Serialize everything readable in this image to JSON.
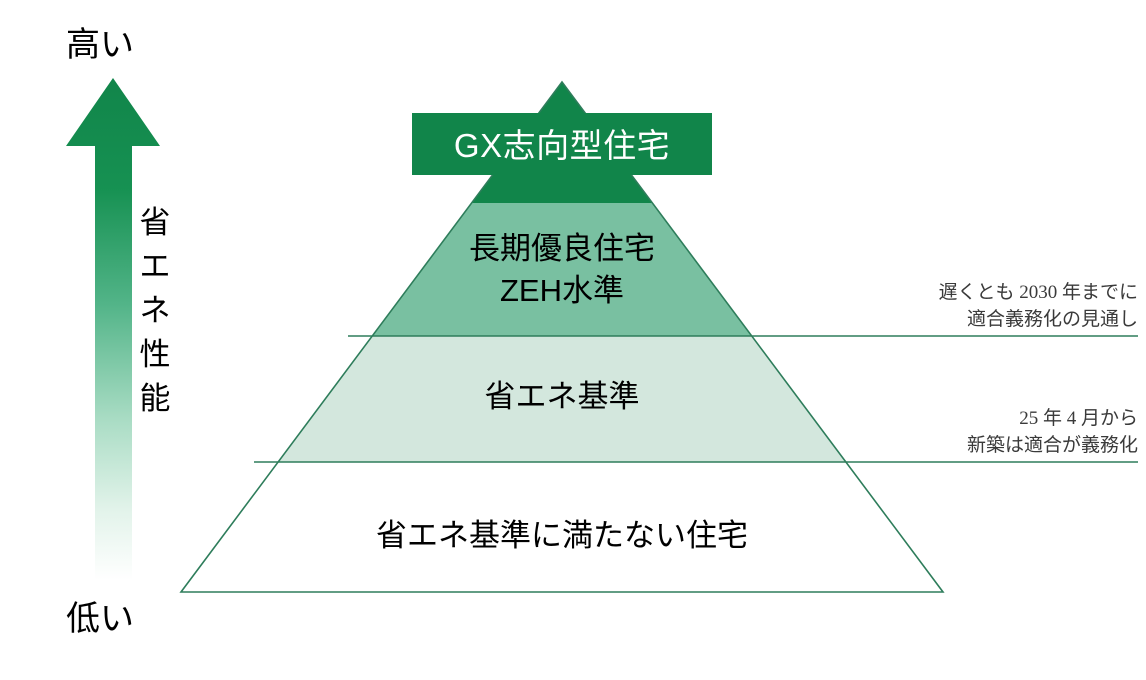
{
  "axis": {
    "top_label": "高い",
    "bottom_label": "低い",
    "vertical_label": "省エネ性能",
    "vertical_label_chars": [
      "省",
      "エ",
      "ネ",
      "性",
      "能"
    ],
    "arrow_color_top": "#11854a",
    "arrow_color_bottom": "#ffffff"
  },
  "pyramid": {
    "apex_label": "GX志向型住宅",
    "tiers": [
      {
        "id": "tier-gx",
        "label": "GX志向型住宅",
        "fill": "#11854a",
        "text_color": "#ffffff"
      },
      {
        "id": "tier-choki-yuryo",
        "label_line1": "長期優良住宅",
        "label_line2": "ZEH水準",
        "fill": "#79c0a1",
        "text_color": "#000000"
      },
      {
        "id": "tier-shoene-kijun",
        "label": "省エネ基準",
        "fill": "#d3e7dd",
        "text_color": "#000000"
      },
      {
        "id": "tier-below-standard",
        "label": "省エネ基準に満たない住宅",
        "fill": "#ffffff",
        "text_color": "#000000"
      }
    ],
    "outline_color": "#2e7d5b"
  },
  "annotations": [
    {
      "id": "note-2030",
      "line1": "遅くとも 2030 年までに",
      "line2": "適合義務化の見通し",
      "rule_color": "#2e7d5b"
    },
    {
      "id": "note-2025",
      "line1": "25 年 4 月から",
      "line2": "新築は適合が義務化",
      "rule_color": "#2e7d5b"
    }
  ],
  "chart_data": {
    "type": "pyramid",
    "title": "省エネ性能による住宅区分ピラミッド",
    "ylabel": "省エネ性能",
    "levels": [
      {
        "rank": 1,
        "name": "GX志向型住宅",
        "fill": "#11854a"
      },
      {
        "rank": 2,
        "name": "長期優良住宅 / ZEH水準",
        "fill": "#79c0a1"
      },
      {
        "rank": 3,
        "name": "省エネ基準",
        "fill": "#d3e7dd"
      },
      {
        "rank": 4,
        "name": "省エネ基準に満たない住宅",
        "fill": "#ffffff"
      }
    ],
    "callouts": [
      {
        "at_level_boundary": "2-3",
        "text": "遅くとも 2030 年までに適合義務化の見通し"
      },
      {
        "at_level_boundary": "3-4",
        "text": "25 年 4 月から新築は適合が義務化"
      }
    ]
  }
}
